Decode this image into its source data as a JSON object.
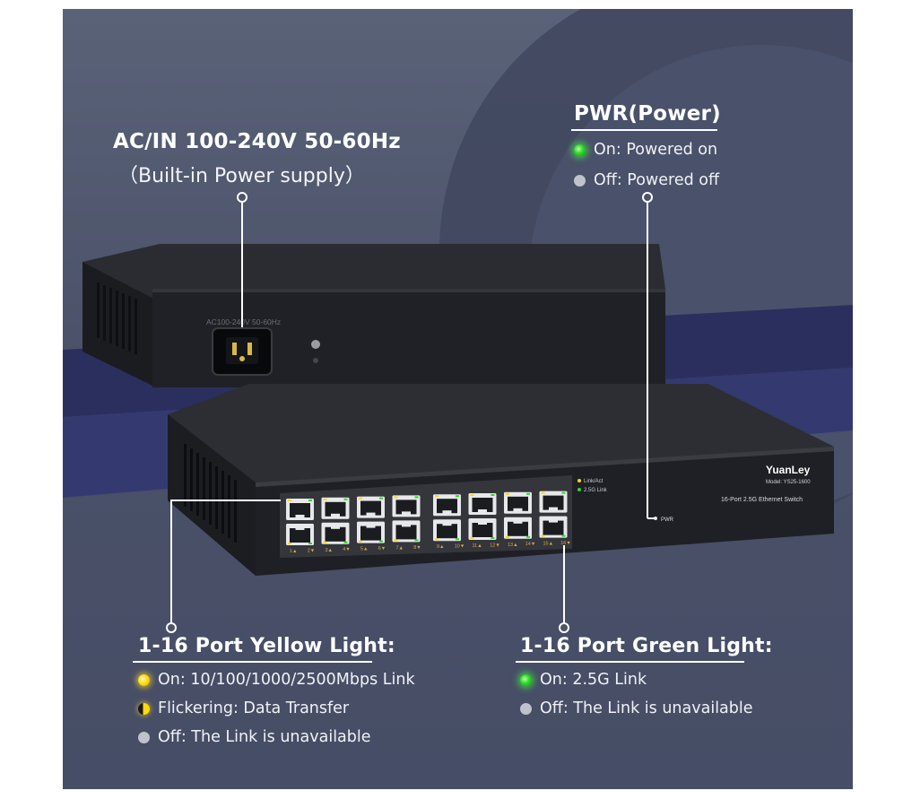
{
  "ac_section": {
    "heading": "AC/IN 100-240V 50-60Hz",
    "subheading": "（Built-in Power supply）"
  },
  "pwr_section": {
    "heading": "PWR(Power)",
    "items": [
      {
        "indicator": "green",
        "text": "On: Powered on"
      },
      {
        "indicator": "gray",
        "text": "Off: Powered off"
      }
    ]
  },
  "yellow_section": {
    "heading": "1-16 Port Yellow Light:",
    "items": [
      {
        "indicator": "yellow",
        "text": "On: 10/100/1000/2500Mbps Link"
      },
      {
        "indicator": "yellow-flicker",
        "text": "Flickering: Data Transfer"
      },
      {
        "indicator": "gray",
        "text": "Off: The Link is unavailable"
      }
    ]
  },
  "green_section": {
    "heading": "1-16 Port Green Light:",
    "items": [
      {
        "indicator": "green",
        "text": "On: 2.5G Link"
      },
      {
        "indicator": "gray",
        "text": "Off: The Link is unavailable"
      }
    ]
  },
  "device": {
    "brand": "YuanLey",
    "model": "Model: YS25-1600",
    "description": "16-Port 2.5G Ethernet Switch",
    "led_link_label": "Link/Act",
    "led_speed_label": "2.5G Link",
    "pwr_label": "PWR",
    "rear_label": "AC100-240V 50-60Hz",
    "port_labels": [
      "1▲",
      "2▼",
      "3▲",
      "4▼",
      "5▲",
      "6▼",
      "7▲",
      "8▼",
      "9▲",
      "10▼",
      "11▲",
      "12▼",
      "13▲",
      "14▼",
      "15▲",
      "16▼"
    ]
  },
  "colors": {
    "led_green": "#2ed82a",
    "led_yellow": "#ffd80e",
    "led_off": "#bfc2c8",
    "background": "#4c5369",
    "device_body": "#1e1f23"
  }
}
